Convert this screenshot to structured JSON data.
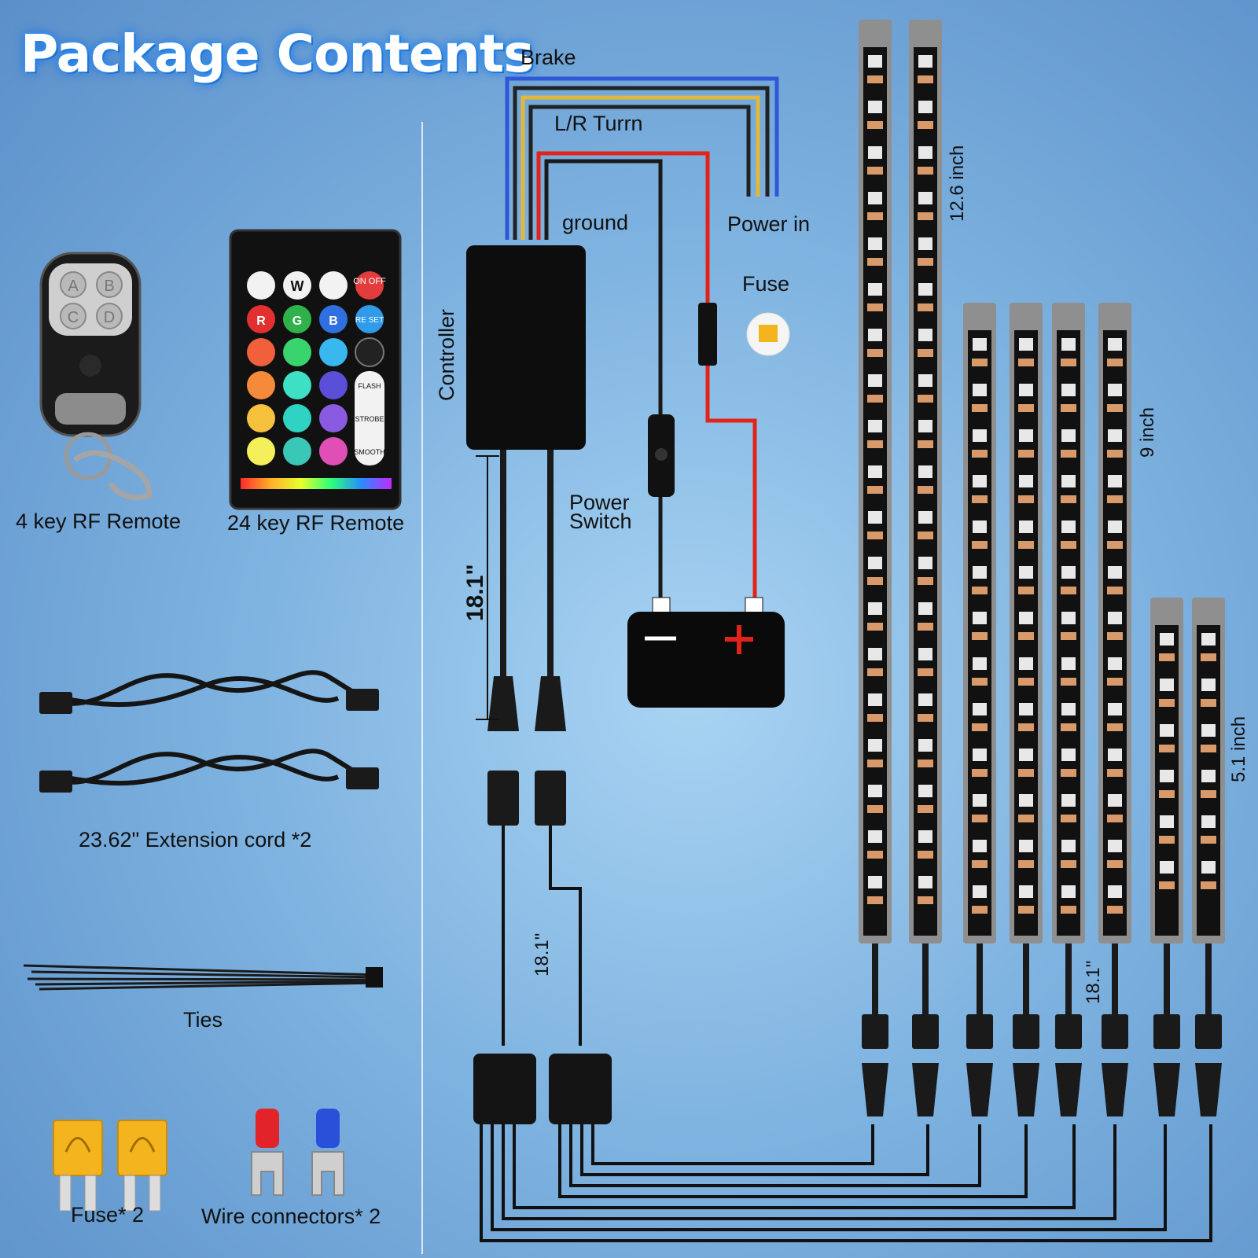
{
  "title": "Package Contents",
  "items": {
    "remote4": "4 key RF Remote",
    "remote24": "24 key RF Remote",
    "extension": "23.62\" Extension cord *2",
    "ties": "Ties",
    "fuse": "Fuse* 2",
    "wire_connectors": "Wire connectors* 2"
  },
  "remote4_keys": [
    "A",
    "B",
    "C",
    "D"
  ],
  "remote24_keys": {
    "top": [
      "W",
      "ON OFF"
    ],
    "rgb": [
      "R",
      "G",
      "B",
      "RE SET"
    ],
    "modes": [
      "FLASH",
      "STROBE",
      "SMOOTH"
    ]
  },
  "wiring": {
    "brake": "Brake",
    "turn": "L/R Turrn",
    "ground": "ground",
    "power_in": "Power in",
    "fuse": "Fuse",
    "controller": "Controller",
    "power_switch_line1": "Power",
    "power_switch_line2": "Switch",
    "cable_length_1": "18.1\"",
    "cable_length_2": "18.1\"",
    "cable_length_3": "18.1\"",
    "battery_minus": "−",
    "battery_plus": "+"
  },
  "strip_lengths": {
    "long": "12.6 inch",
    "medium": "9 inch",
    "short": "5.1 inch"
  },
  "colors": {
    "brake_wire": "#2f57d6",
    "turn_wire": "#e2b83a",
    "power_wire": "#e2231a",
    "ground_wire": "#1a1a1a"
  }
}
